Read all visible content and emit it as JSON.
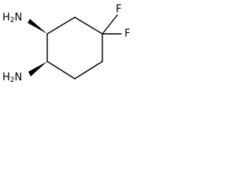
{
  "molecule": {
    "atoms": {
      "amine_top": {
        "label": "H",
        "subscript": "2",
        "element": "N"
      },
      "amine_bottom": {
        "label": "H",
        "subscript": "2",
        "element": "N"
      },
      "fluorine_top": {
        "label": "F"
      },
      "fluorine_right": {
        "label": "F"
      }
    },
    "colors": {
      "bond": "#000000",
      "text": "#000000",
      "background": "#ffffff"
    }
  }
}
